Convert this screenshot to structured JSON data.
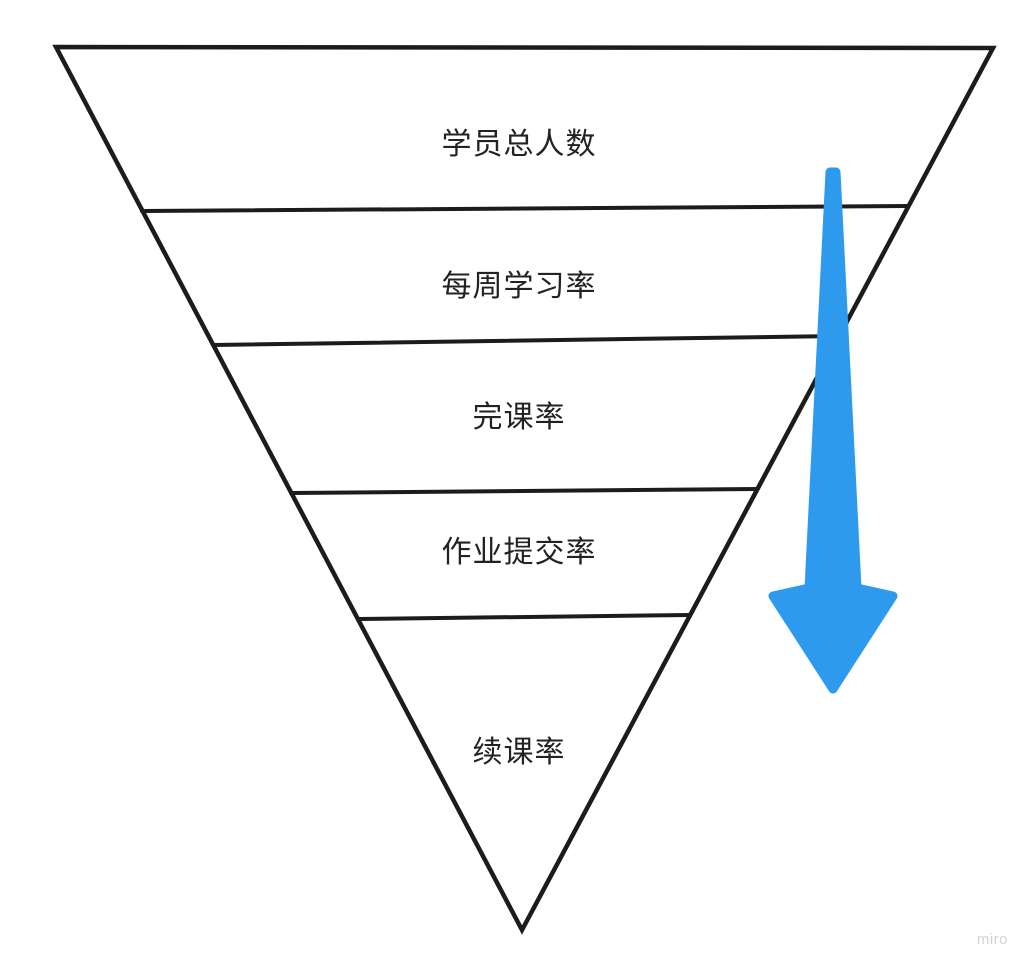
{
  "diagram": {
    "type": "inverted-funnel",
    "levels": [
      {
        "label": "学员总人数"
      },
      {
        "label": "每周学习率"
      },
      {
        "label": "完课率"
      },
      {
        "label": "作业提交率"
      },
      {
        "label": "续课率"
      }
    ],
    "arrow": {
      "direction": "down",
      "color": "#2E9AEE"
    },
    "outline_color": "#1C1C1C",
    "text_color": "#222222"
  },
  "watermark": {
    "label": "miro",
    "color": "#D0D2D4"
  }
}
